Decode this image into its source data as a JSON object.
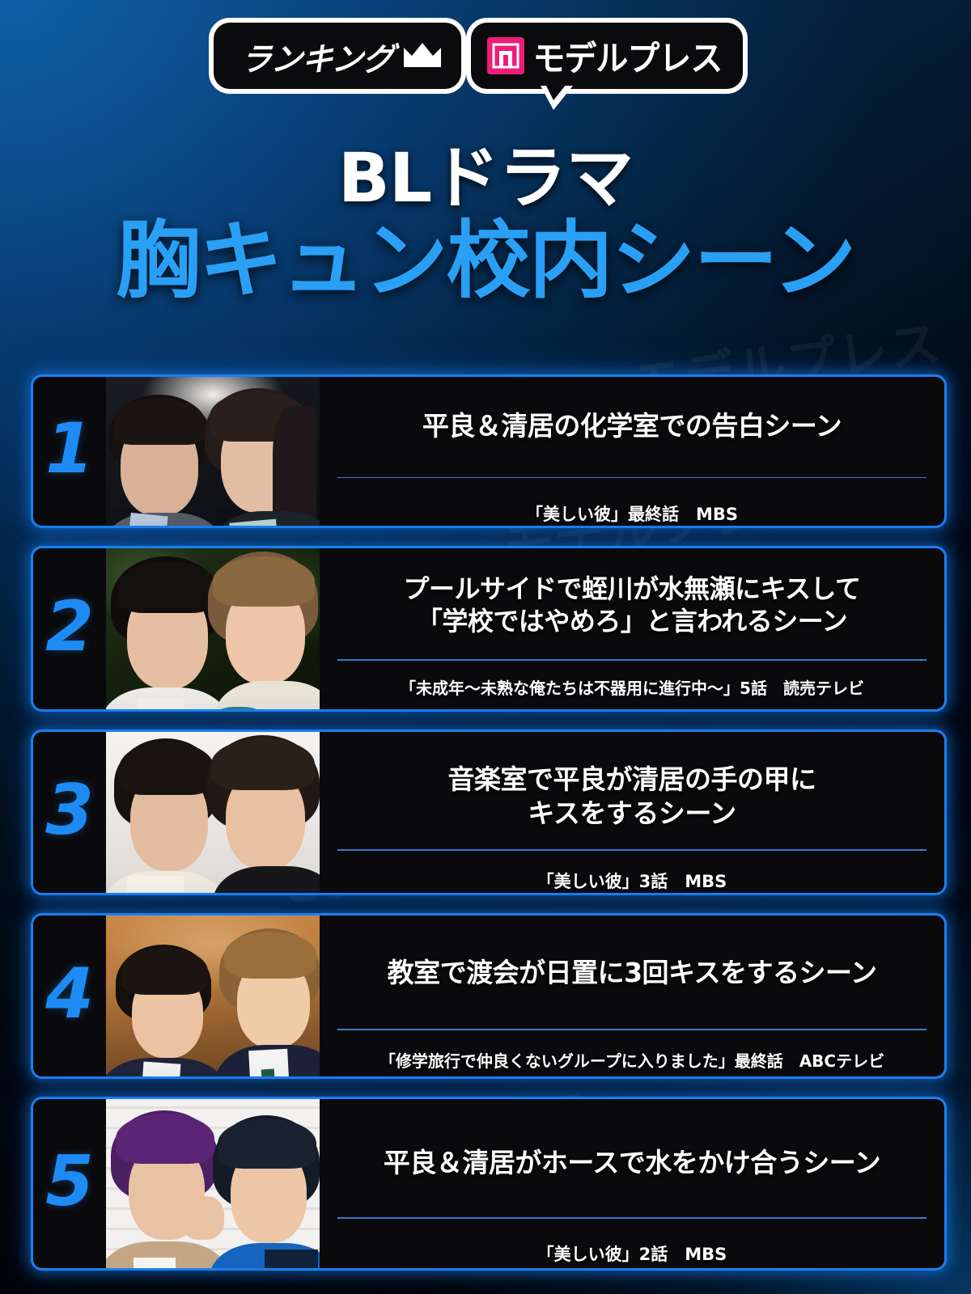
{
  "logo": {
    "brand_icon": "modelpress-m-icon",
    "brand": "モデルプレス",
    "section": "ランキング",
    "crown_icon": "crown-icon"
  },
  "title": {
    "line1": "BLドラマ",
    "line2": "胸キュン校内シーン",
    "line1_color": "#ffffff",
    "line2_color": "#29a0f5"
  },
  "colors": {
    "accent_blue": "#1a7ff0",
    "rank_blue": "#1e8bf5",
    "divider_blue": "#3d79cf",
    "card_bg": "#0a0a0c",
    "bg_navy": "#06305f",
    "brand_pink": "#ed1e79"
  },
  "watermark": "モデルプレス",
  "ranking": [
    {
      "rank": "1",
      "scene": "平良＆清居の化学室での告白シーン",
      "source": "「美しい彼」最終話　MBS",
      "photo_alt": "rank-1-photo"
    },
    {
      "rank": "2",
      "scene_line1": "プールサイドで蛭川が水無瀬にキスして",
      "scene_line2": "「学校ではやめろ」と言われるシーン",
      "source": "「未成年～未熟な俺たちは不器用に進行中～」5話　読売テレビ",
      "photo_alt": "rank-2-photo"
    },
    {
      "rank": "3",
      "scene_line1": "音楽室で平良が清居の手の甲に",
      "scene_line2": "キスをするシーン",
      "source": "「美しい彼」3話　MBS",
      "photo_alt": "rank-3-photo"
    },
    {
      "rank": "4",
      "scene": "教室で渡会が日置に3回キスをするシーン",
      "source": "「修学旅行で仲良くないグループに入りました」最終話　ABCテレビ",
      "photo_alt": "rank-4-photo"
    },
    {
      "rank": "5",
      "scene": "平良＆清居がホースで水をかけ合うシーン",
      "source": "「美しい彼」2話　MBS",
      "photo_alt": "rank-5-photo"
    }
  ]
}
